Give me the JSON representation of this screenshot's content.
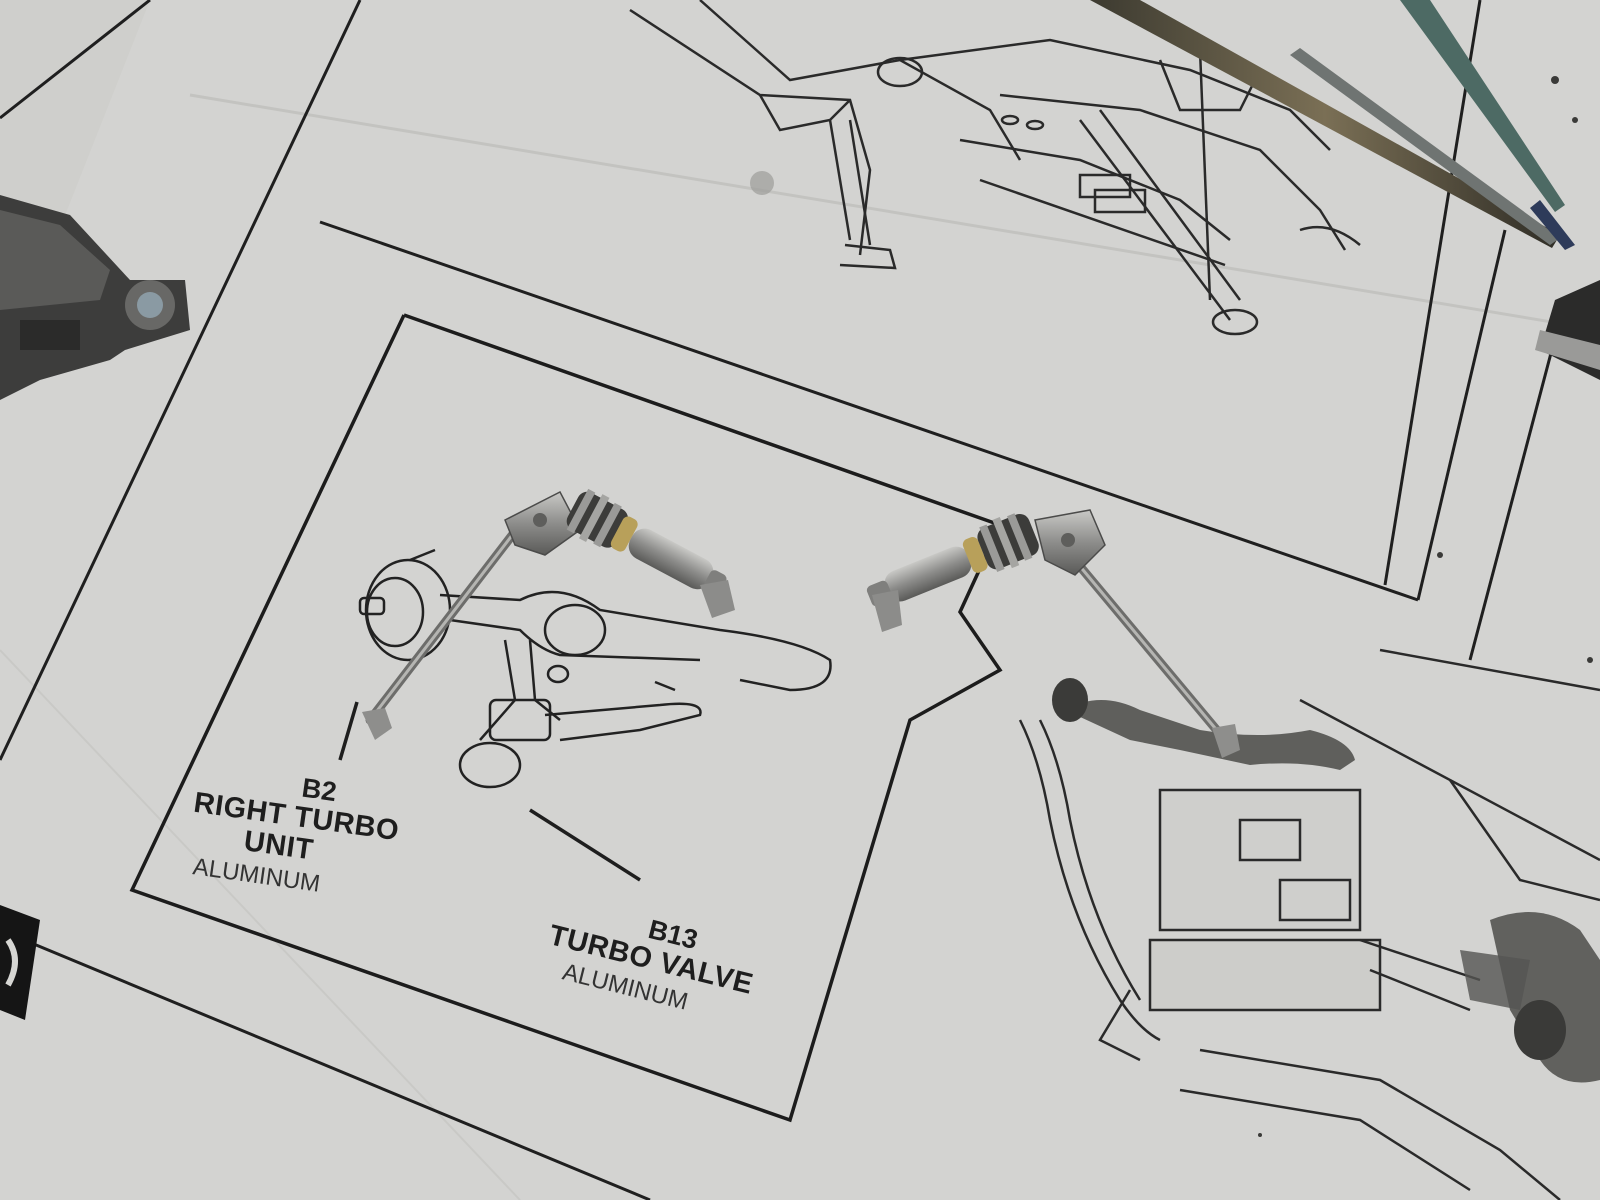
{
  "scene": {
    "subject": "Model kit instruction sheet with painted metal turbo valve parts",
    "colors": {
      "paper": "#d4d4d1",
      "ink": "#1e1e1e",
      "metal": "#8d8d8b",
      "brass": "#b8a05a"
    }
  },
  "callouts": [
    {
      "code": "B2",
      "name_line1": "RIGHT TURBO",
      "name_line2": "UNIT",
      "material": "ALUMINUM"
    },
    {
      "code": "B13",
      "name_line1": "TURBO VALVE",
      "material": "ALUMINUM"
    }
  ]
}
